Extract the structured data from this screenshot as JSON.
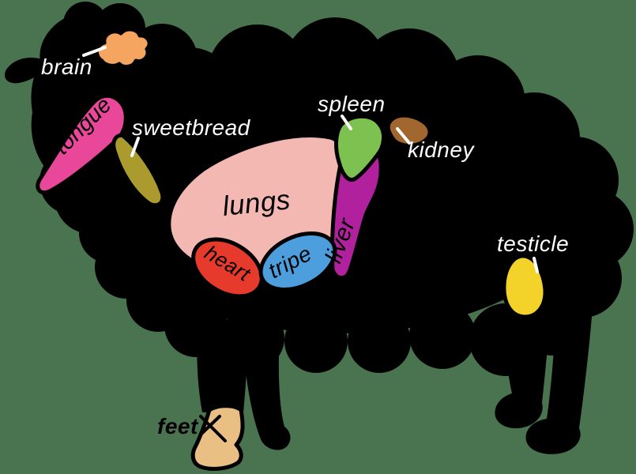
{
  "background_color": "#4a7450",
  "silhouette_color": "#000000",
  "leader": {
    "light": "#ffffff",
    "dark": "#000000"
  },
  "organs": {
    "brain": {
      "label": "brain",
      "color": "#f5a55f",
      "label_color": "#ffffff"
    },
    "tongue": {
      "label": "tongue",
      "color": "#e8479a",
      "label_color": "#000000"
    },
    "sweetbread": {
      "label": "sweetbread",
      "color": "#ab9a2d",
      "label_color": "#ffffff"
    },
    "lungs": {
      "label": "lungs",
      "color": "#f4b8b3",
      "label_color": "#000000"
    },
    "heart": {
      "label": "heart",
      "color": "#e63b2c",
      "label_color": "#000000"
    },
    "tripe": {
      "label": "tripe",
      "color": "#4d9edd",
      "label_color": "#000000"
    },
    "liver": {
      "label": "liver",
      "color": "#b1219e",
      "label_color": "#000000"
    },
    "spleen": {
      "label": "spleen",
      "color": "#7dc150",
      "label_color": "#ffffff"
    },
    "kidney": {
      "label": "kidney",
      "color": "#a2672f",
      "label_color": "#ffffff"
    },
    "testicle": {
      "label": "testicle",
      "color": "#f3d32a",
      "label_color": "#ffffff"
    },
    "feet": {
      "label": "feet",
      "color": "#e9bf83",
      "label_color": "#000000"
    }
  }
}
